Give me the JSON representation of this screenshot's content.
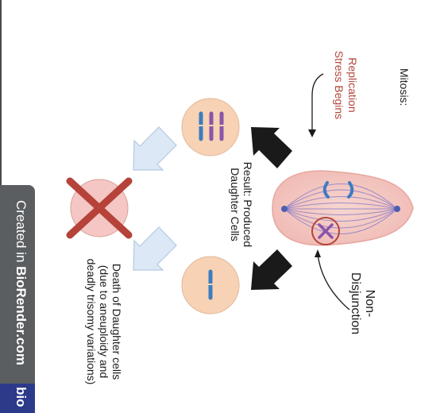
{
  "diagram": {
    "title": "Mitosis:",
    "replication_label": "Replication Stress Begins",
    "nondisjunction_label": "Non-Disjunction",
    "result_label": "Result: Produced Daughter Cells",
    "death_label": "Death of Daughter cells (due to aneuploidy and deadly trisomy variations)"
  },
  "badge": {
    "prefix": "Created in ",
    "brand": "BioRender.com",
    "tab": "bio"
  },
  "colors": {
    "cell_fill": "#f7d2b4",
    "mother_cell_fill": "#f4c4c0",
    "chromosome_blue": "#3e7cc0",
    "chromosome_purple": "#8a55a8",
    "spindle": "#8d7fc7",
    "dead_cross": "#b5433a",
    "replication_text": "#b2453a",
    "black_arrow": "#1a1a1a",
    "hollow_arrow": "#c9dcef"
  },
  "icons": [
    "down-arrow-icon",
    "curved-pointer-icon",
    "cross-icon"
  ]
}
